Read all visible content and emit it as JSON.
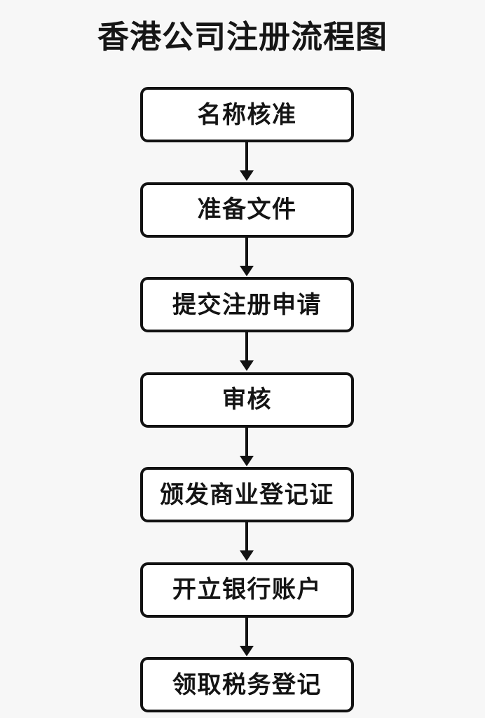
{
  "title": "香港公司注册流程图",
  "colors": {
    "background": "#f7f7f7",
    "node_fill": "#ffffff",
    "node_border": "#121212",
    "text": "#141414",
    "connector": "#121212"
  },
  "chart_data": {
    "type": "diagram",
    "diagram_type": "flowchart",
    "orientation": "vertical-top-to-bottom",
    "title": "香港公司注册流程图",
    "node_count": 7,
    "connector_count": 6,
    "connector_style": "solid line with filled arrowhead",
    "nodes": [
      {
        "step": 1,
        "label": "名称核准"
      },
      {
        "step": 2,
        "label": "准备文件"
      },
      {
        "step": 3,
        "label": "提交注册申请"
      },
      {
        "step": 4,
        "label": "审核"
      },
      {
        "step": 5,
        "label": "颁发商业登记证"
      },
      {
        "step": 6,
        "label": "开立银行账户"
      },
      {
        "step": 7,
        "label": "领取税务登记"
      }
    ],
    "edges": [
      {
        "from": "名称核准",
        "to": "准备文件"
      },
      {
        "from": "准备文件",
        "to": "提交注册申请"
      },
      {
        "from": "提交注册申请",
        "to": "审核"
      },
      {
        "from": "审核",
        "to": "颁发商业登记证"
      },
      {
        "from": "颁发商业登记证",
        "to": "开立银行账户"
      },
      {
        "from": "开立银行账户",
        "to": "领取税务登记"
      }
    ]
  }
}
